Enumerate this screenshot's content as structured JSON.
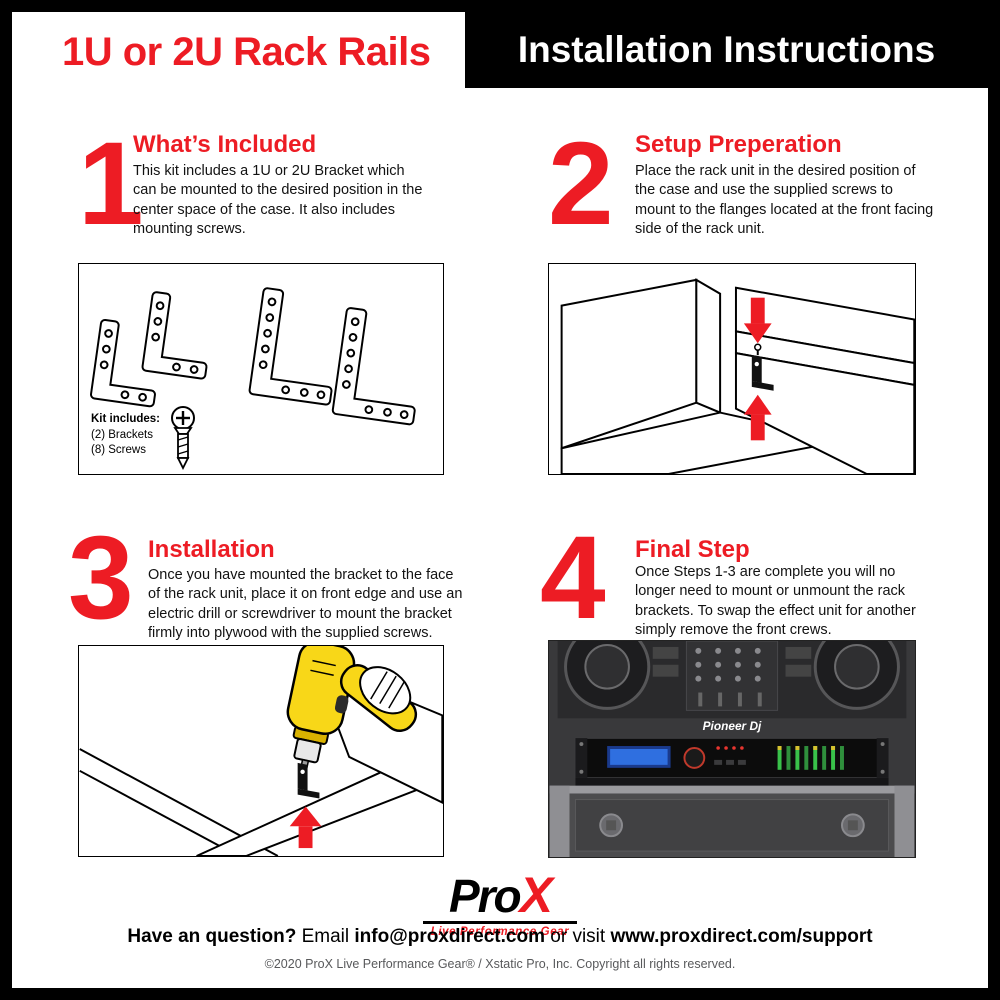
{
  "colors": {
    "accent_red": "#ed1c24",
    "frame_black": "#000000"
  },
  "header": {
    "product_title": "1U or 2U Rack Rails",
    "sheet_title": "Installation Instructions"
  },
  "steps": [
    {
      "number": "1",
      "title": "What’s Included",
      "body": "This kit includes a 1U or 2U Bracket which can be mounted to the desired position in the center space of the case. It also includes mounting screws.",
      "kit": {
        "label": "Kit includes:",
        "items": [
          "(2) Brackets",
          "(8) Screws"
        ]
      }
    },
    {
      "number": "2",
      "title": "Setup Preperation",
      "body": "Place the rack unit in the desired position of the case and use the supplied screws to mount to the flanges located at the front facing side of the rack unit."
    },
    {
      "number": "3",
      "title": "Installation",
      "body": "Once you have mounted the bracket to the face of the rack unit, place it on front edge and use an electric drill or screwdriver to mount the bracket firmly into plywood with the supplied screws."
    },
    {
      "number": "4",
      "title": "Final Step",
      "body": "Once Steps 1-3 are complete you will no longer need to mount or unmount the rack brackets. To swap the effect unit for another simply remove the front crews.",
      "photo_brand": "Pioneer Dj"
    }
  ],
  "footer": {
    "logo": {
      "pro": "Pro",
      "x": "X",
      "tagline": "Live Performance Gear"
    },
    "contact": {
      "question": "Have an question?",
      "email_label": "Email",
      "email": "info@proxdirect.com",
      "or_visit": "or visit",
      "website": "www.proxdirect.com/support"
    },
    "copyright": "©2020 ProX Live Performance Gear® / Xstatic Pro, Inc. Copyright all rights reserved."
  }
}
